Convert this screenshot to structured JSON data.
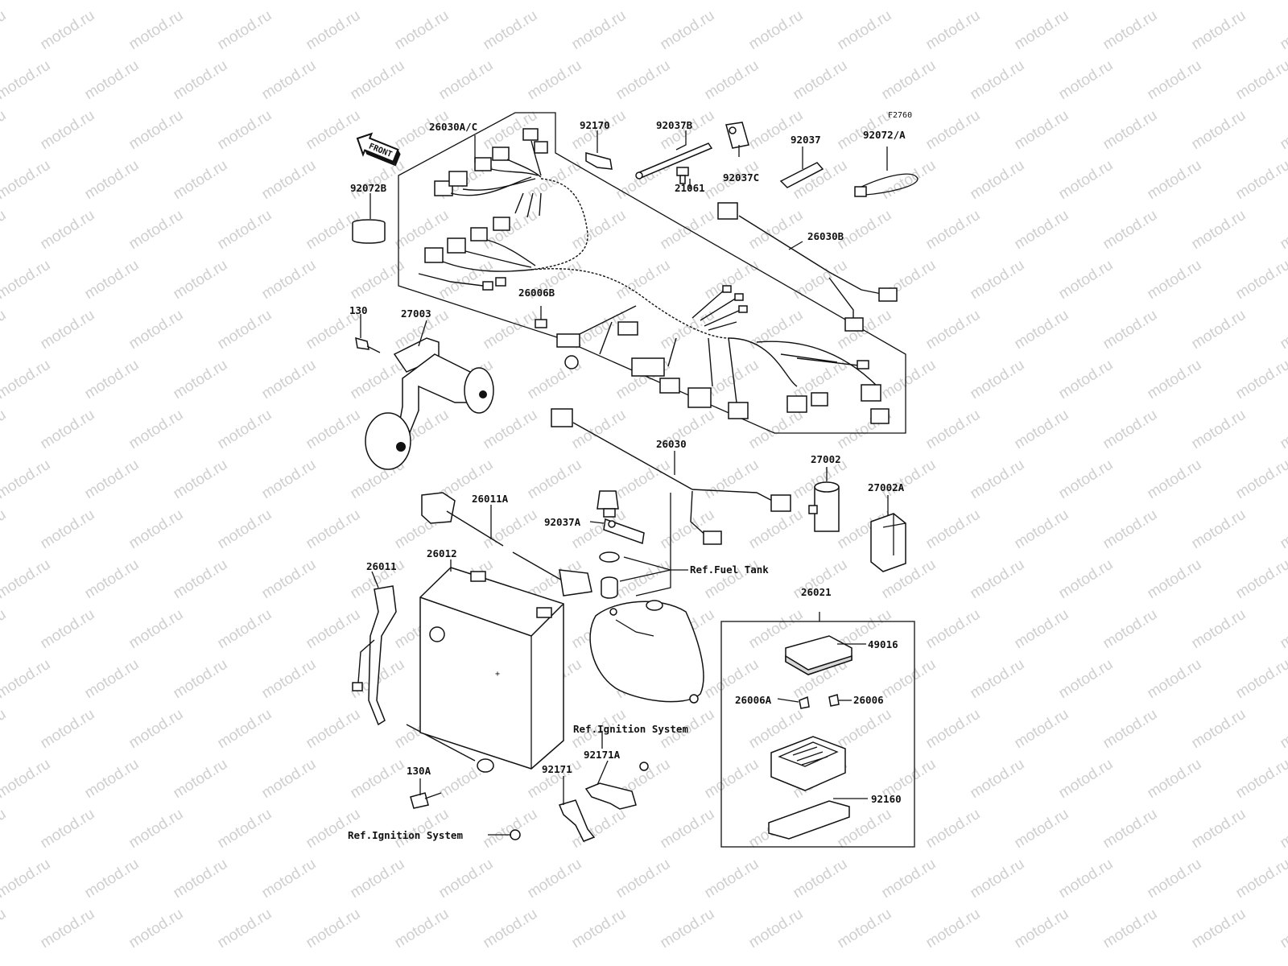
{
  "watermark": "motod.ru",
  "figure_code": "F2760",
  "front_label": "FRONT",
  "parts": {
    "p26030AC": "26030A/C",
    "p92170": "92170",
    "p92037B": "92037B",
    "p92037": "92037",
    "p92072A": "92072/A",
    "p92037C": "92037C",
    "p21061": "21061",
    "p92072B": "92072B",
    "p26030B": "26030B",
    "p26006B": "26006B",
    "p130": "130",
    "p27003": "27003",
    "p26030": "26030",
    "p27002": "27002",
    "p27002A": "27002A",
    "p26011A": "26011A",
    "p92037A": "92037A",
    "p26011": "26011",
    "p26012": "26012",
    "p26021": "26021",
    "p49016": "49016",
    "p26006A": "26006A",
    "p26006": "26006",
    "p92171A": "92171A",
    "p92171": "92171",
    "p92160": "92160",
    "p130A": "130A"
  },
  "refs": {
    "fuel_tank": "Ref.Fuel Tank",
    "ignition_1": "Ref.Ignition System",
    "ignition_2": "Ref.Ignition System"
  },
  "colors": {
    "line": "#111111",
    "watermark": "#cfcfcf",
    "background": "#ffffff"
  }
}
